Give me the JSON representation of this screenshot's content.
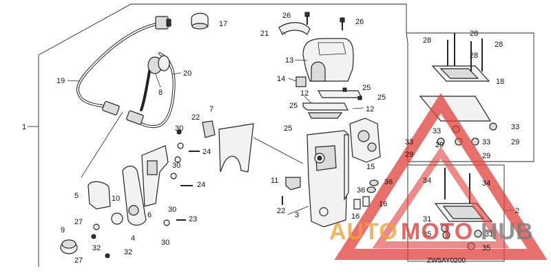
{
  "diagram": {
    "drawing_code": "ZW5AY0200",
    "callouts": [
      "1",
      "2",
      "3",
      "4",
      "5",
      "6",
      "7",
      "8",
      "9",
      "10",
      "11",
      "12",
      "12",
      "13",
      "14",
      "15",
      "16",
      "16",
      "17",
      "18",
      "19",
      "20",
      "21",
      "22",
      "22",
      "23",
      "24",
      "24",
      "25",
      "25",
      "25",
      "25",
      "26",
      "26",
      "27",
      "27",
      "28",
      "28",
      "28",
      "28",
      "29",
      "29",
      "29",
      "30",
      "30",
      "30",
      "30",
      "31",
      "31",
      "32",
      "32",
      "33",
      "33",
      "33",
      "34",
      "34",
      "35",
      "35",
      "36",
      "36"
    ]
  },
  "watermark": {
    "text_auto": "AUTO",
    "text_moto": "MOTO",
    "text_hub": "HUB",
    "color_red": "#e0403c",
    "color_orange": "#f2a13a",
    "color_gray": "#7a7a7a"
  },
  "colors": {
    "line": "#222222",
    "background": "#ffffff"
  }
}
